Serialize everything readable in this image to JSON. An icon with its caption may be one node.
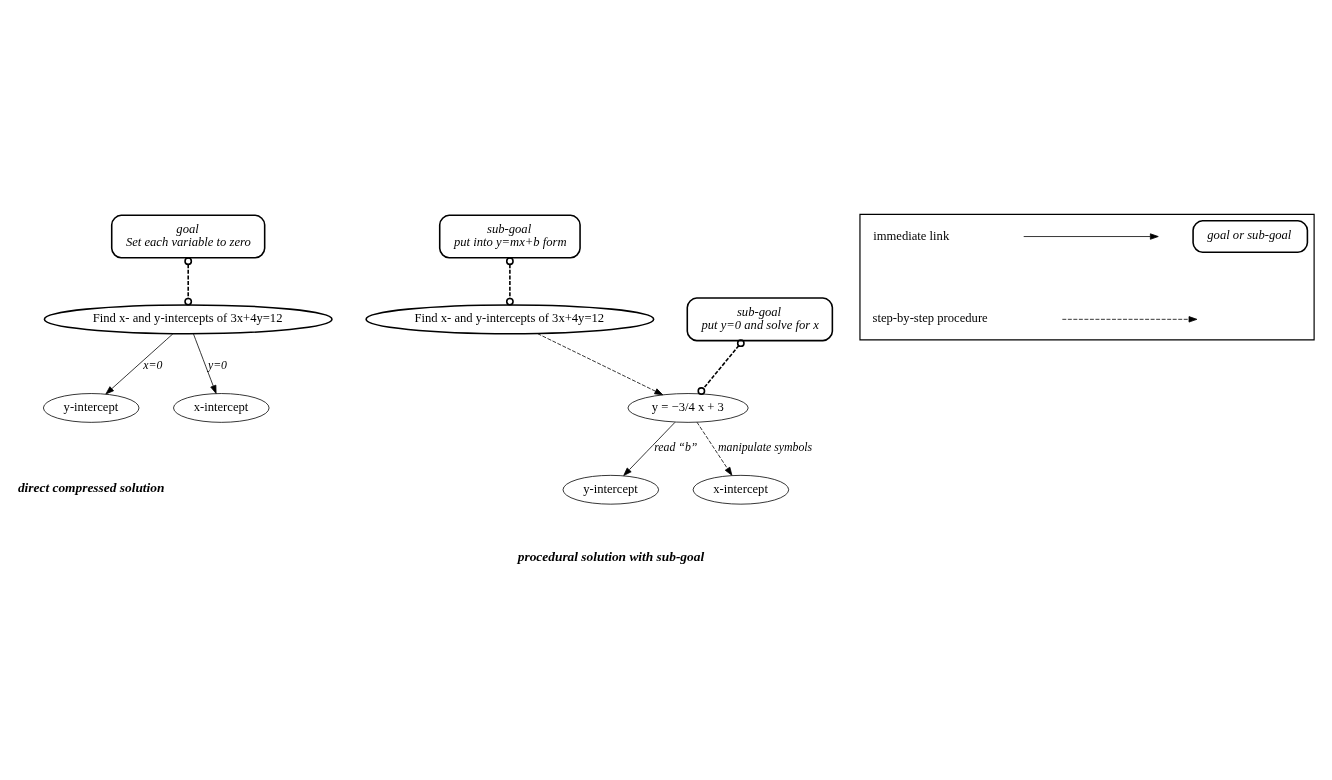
{
  "diagram": {
    "nodes": [
      {
        "text": [
          "goal",
          "Set each variable to zero"
        ]
      },
      {
        "text": [
          "Find x- and y-intercepts of 3x+4y=12"
        ]
      },
      {
        "text": [
          "y-intercept"
        ]
      },
      {
        "text": [
          "x-intercept"
        ]
      },
      {
        "text": [
          "sub-goal",
          "put into y=mx+b form"
        ]
      },
      {
        "text": [
          "Find x- and y-intercepts of 3x+4y=12"
        ]
      },
      {
        "text": [
          "y = −3/4 x + 3"
        ]
      },
      {
        "text": [
          "sub-goal",
          "put y=0 and solve for x"
        ]
      },
      {
        "text": [
          "y-intercept"
        ]
      },
      {
        "text": [
          "x-intercept"
        ]
      },
      {
        "text": [],
        "shape": "box"
      },
      {
        "text": [
          "goal or sub-goal"
        ],
        "in": 10
      }
    ],
    "edges": [
      {
        "from": 0,
        "to": 1,
        "arrow": "other",
        "style": "dashed"
      },
      {
        "from": 1,
        "to": 2,
        "arrow": "to",
        "label": "x=0"
      },
      {
        "from": 1,
        "to": 3,
        "arrow": "to",
        "label": "y=0"
      },
      {
        "from": 4,
        "to": 5,
        "arrow": "other",
        "style": "dashed"
      },
      {
        "from": 5,
        "to": 6,
        "arrow": "to",
        "style": "dashed"
      },
      {
        "from": 7,
        "to": 6,
        "arrow": "other",
        "style": "dashed"
      },
      {
        "from": 6,
        "to": 8,
        "arrow": "to",
        "label": "read “b”"
      },
      {
        "from": 6,
        "to": 9,
        "arrow": "to",
        "label": "manipulate symbols",
        "style": "dashed"
      }
    ],
    "labels": [
      "direct compressed solution",
      "procedural solution with sub-goal"
    ],
    "legend": [
      {
        "text": "immediate link"
      },
      {
        "text": "step-by-step procedure"
      }
    ]
  }
}
